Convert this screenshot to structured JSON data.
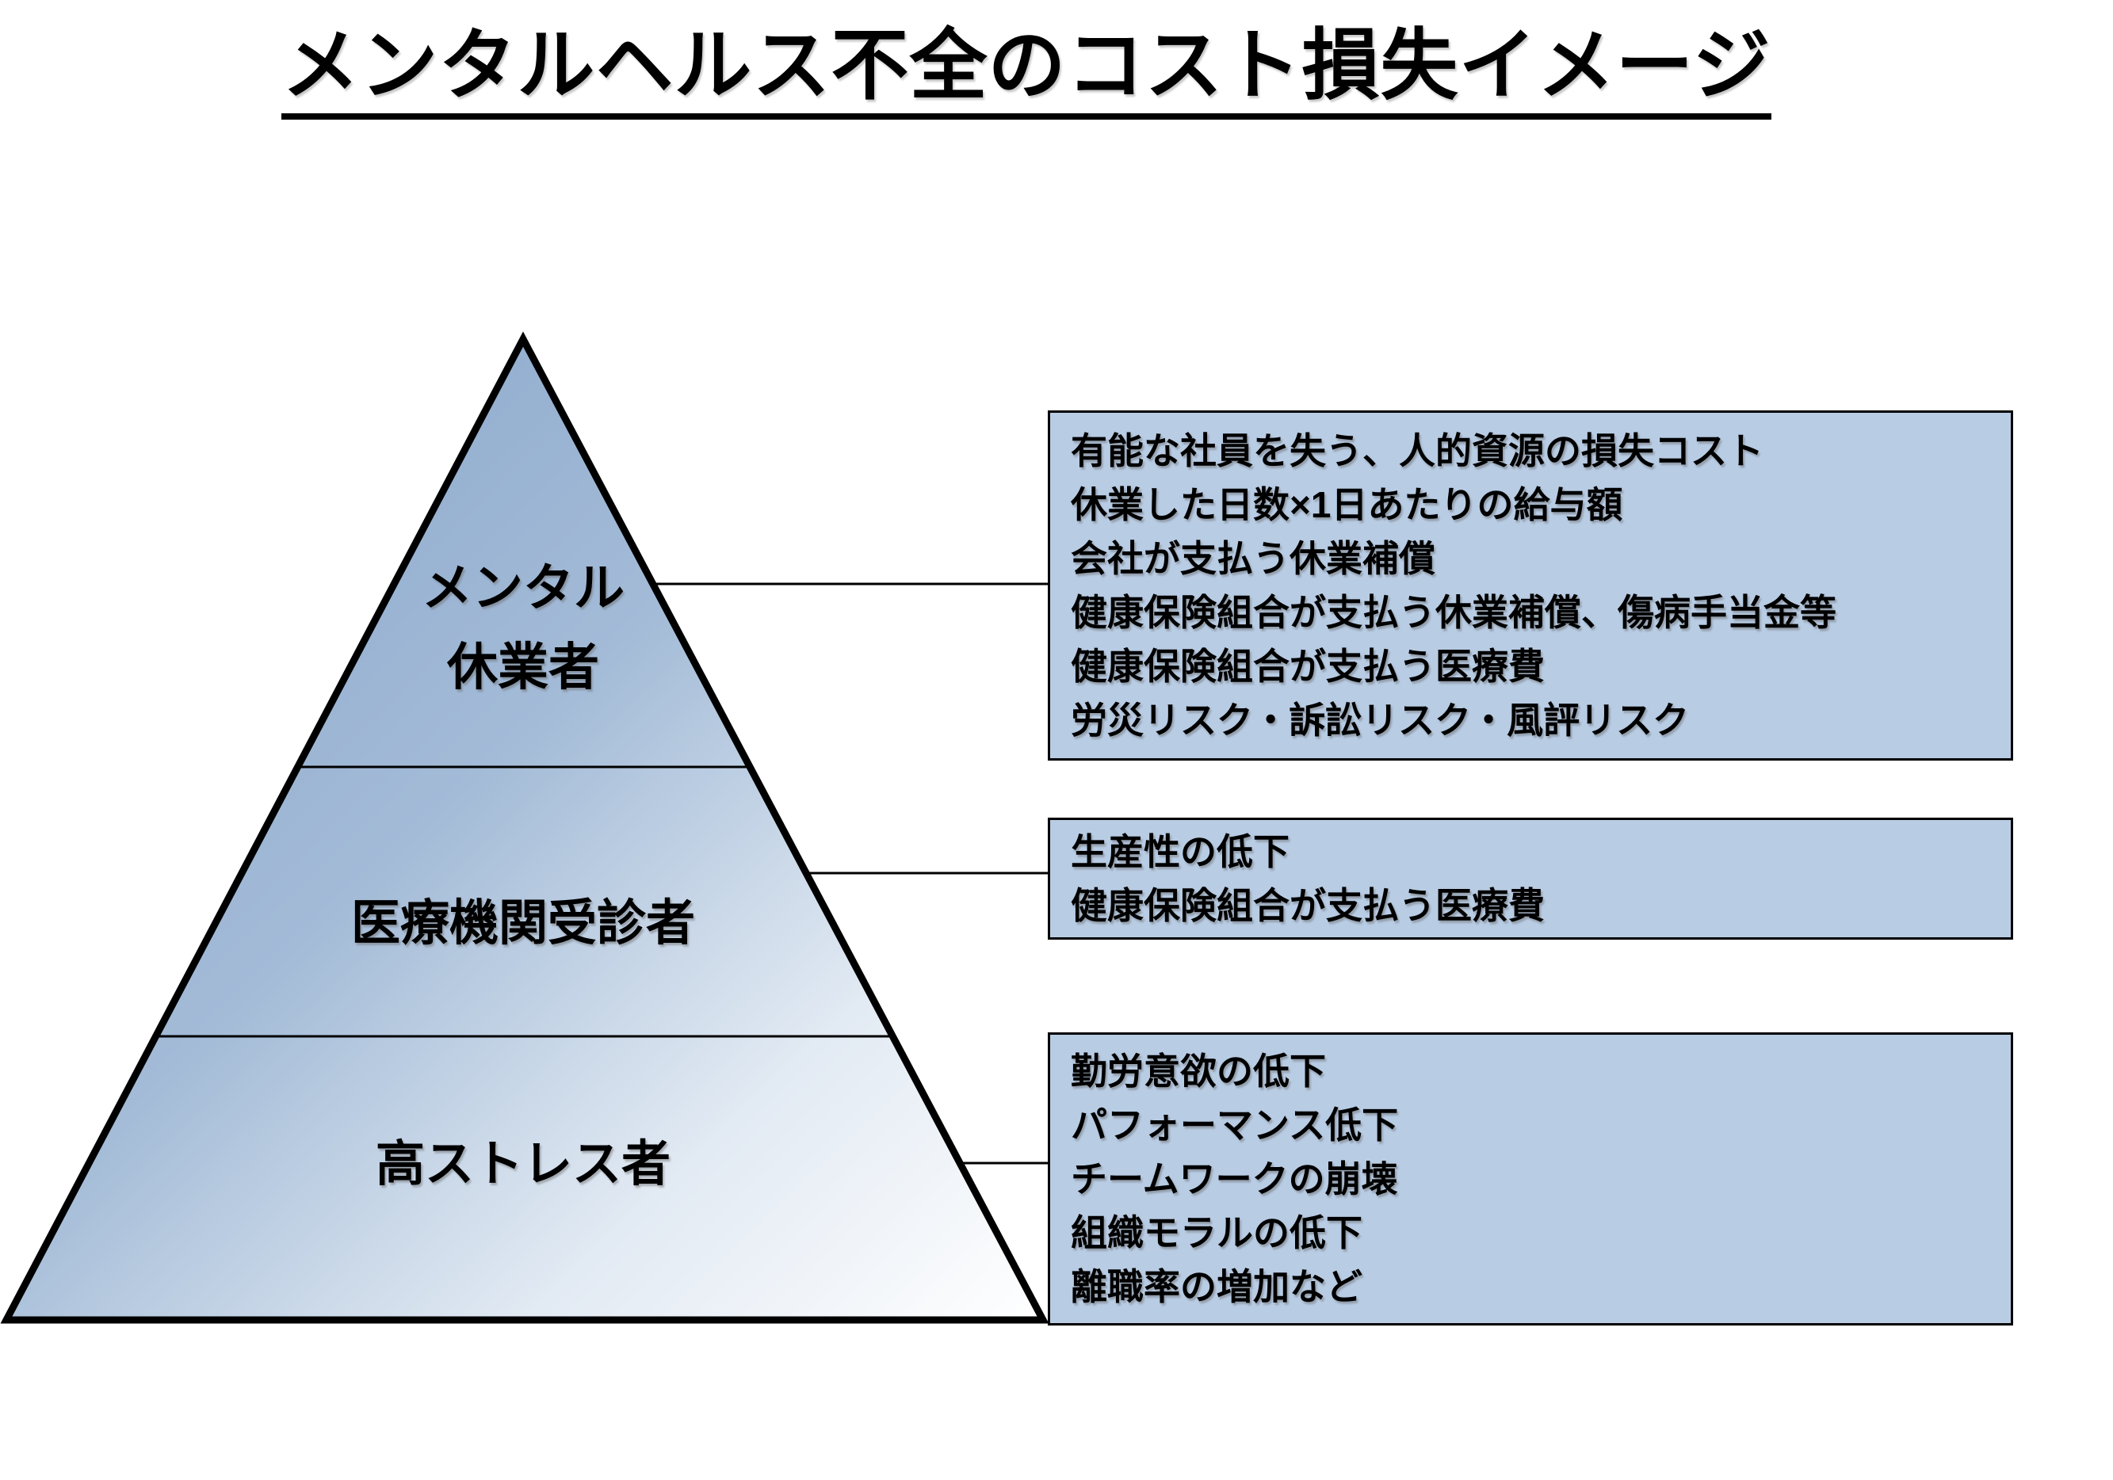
{
  "title": "メンタルヘルス不全のコスト損失イメージ",
  "colors": {
    "box_fill": "#B8CCE4",
    "box_border": "#000000",
    "pyramid_gradient_start": "#85A2C9",
    "pyramid_gradient_mid": "#A3BBD7",
    "pyramid_gradient_end": "#FFFFFF",
    "line_color": "#000000",
    "text_color": "#000000"
  },
  "pyramid": {
    "tiers": [
      {
        "id": "mental-leave",
        "label_lines": [
          "メンタル",
          "休業者"
        ]
      },
      {
        "id": "medical-visitors",
        "label_lines": [
          "医療機関受診者"
        ]
      },
      {
        "id": "high-stress",
        "label_lines": [
          "高ストレス者"
        ]
      }
    ]
  },
  "boxes": [
    {
      "lines": [
        "有能な社員を失う、人的資源の損失コスト",
        "休業した日数×1日あたりの給与額",
        "会社が支払う休業補償",
        "健康保険組合が支払う休業補償、傷病手当金等",
        "健康保険組合が支払う医療費",
        "労災リスク・訴訟リスク・風評リスク"
      ]
    },
    {
      "lines": [
        "生産性の低下",
        "健康保険組合が支払う医療費"
      ]
    },
    {
      "lines": [
        "勤労意欲の低下",
        "パフォーマンス低下",
        "チームワークの崩壊",
        "組織モラルの低下",
        "離職率の増加など"
      ]
    }
  ]
}
